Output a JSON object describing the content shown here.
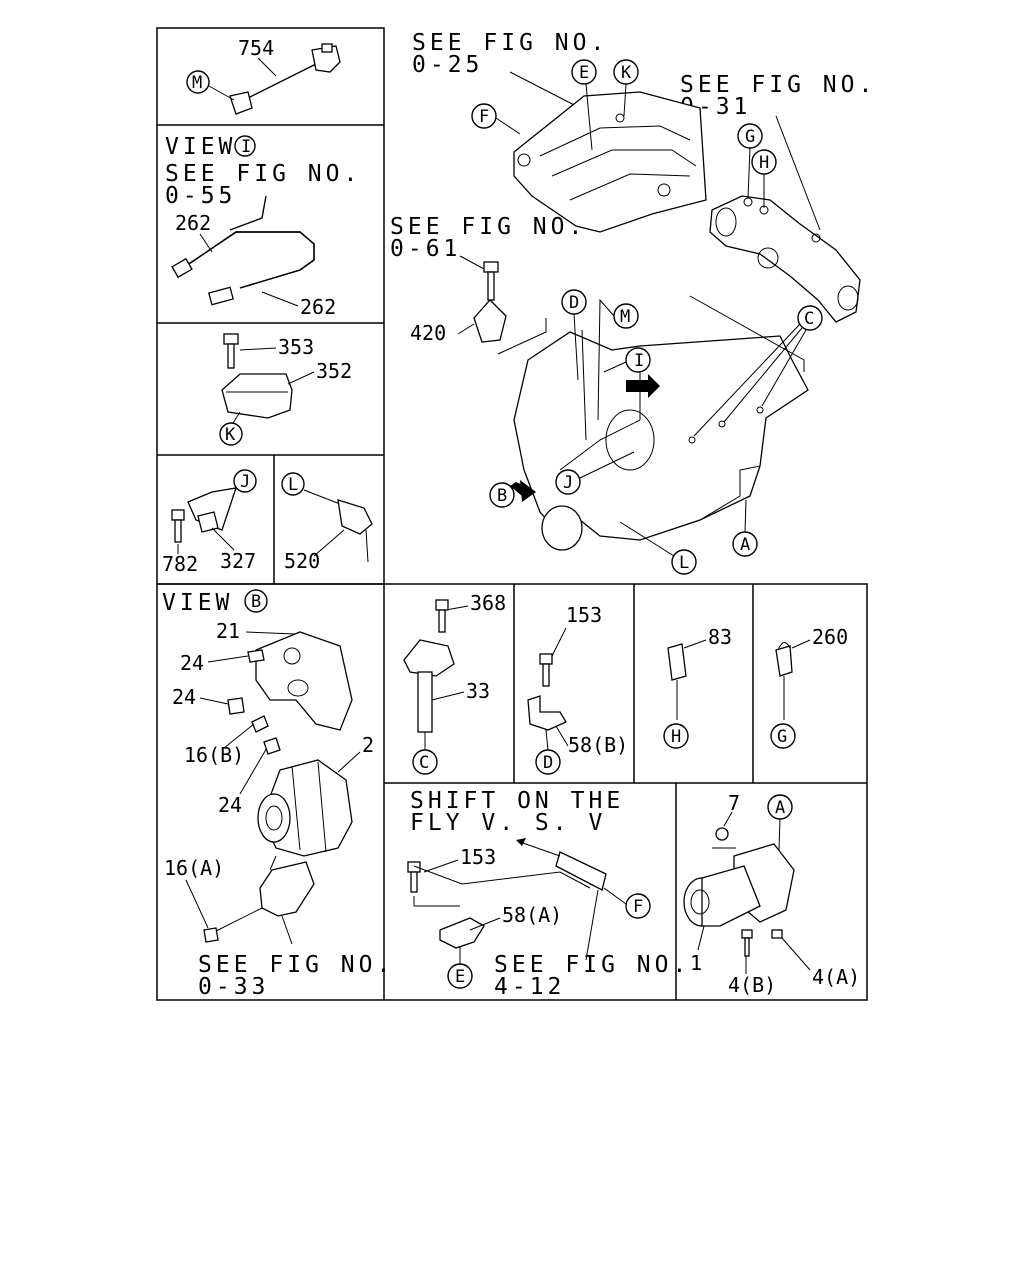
{
  "notes": {
    "see_0_25_a": "SEE FIG NO.",
    "see_0_25_b": "0-25",
    "see_0_31_a": "SEE FIG NO.",
    "see_0_31_b": "0-31",
    "see_0_55_a": "SEE FIG NO.",
    "see_0_55_b": "0-55",
    "see_0_61_a": "SEE FIG NO.",
    "see_0_61_b": "0-61",
    "see_0_33_a": "SEE FIG NO.",
    "see_0_33_b": "0-33",
    "see_4_12_a": "SEE FIG NO.",
    "see_4_12_b": "4-12",
    "view_i": "VIEW",
    "view_b": "VIEW",
    "shift_a": "SHIFT ON THE",
    "shift_b": "FLY V. S. V"
  },
  "callouts": {
    "A": "A",
    "B": "B",
    "C": "C",
    "D": "D",
    "E": "E",
    "F": "F",
    "G": "G",
    "H": "H",
    "I": "I",
    "J": "J",
    "K": "K",
    "L": "L",
    "M": "M"
  },
  "parts": {
    "p754": "754",
    "p262a": "262",
    "p262b": "262",
    "p353": "353",
    "p352": "352",
    "p782": "782",
    "p327": "327",
    "p520": "520",
    "p420": "420",
    "p21": "21",
    "p24a": "24",
    "p24b": "24",
    "p24c": "24",
    "p16b": "16(B)",
    "p2": "2",
    "p16a": "16(A)",
    "p368": "368",
    "p33": "33",
    "p153a": "153",
    "p58b": "58(B)",
    "p83": "83",
    "p260": "260",
    "p153b": "153",
    "p58a": "58(A)",
    "p7": "7",
    "p1": "1",
    "p4b": "4(B)",
    "p4a": "4(A)"
  }
}
